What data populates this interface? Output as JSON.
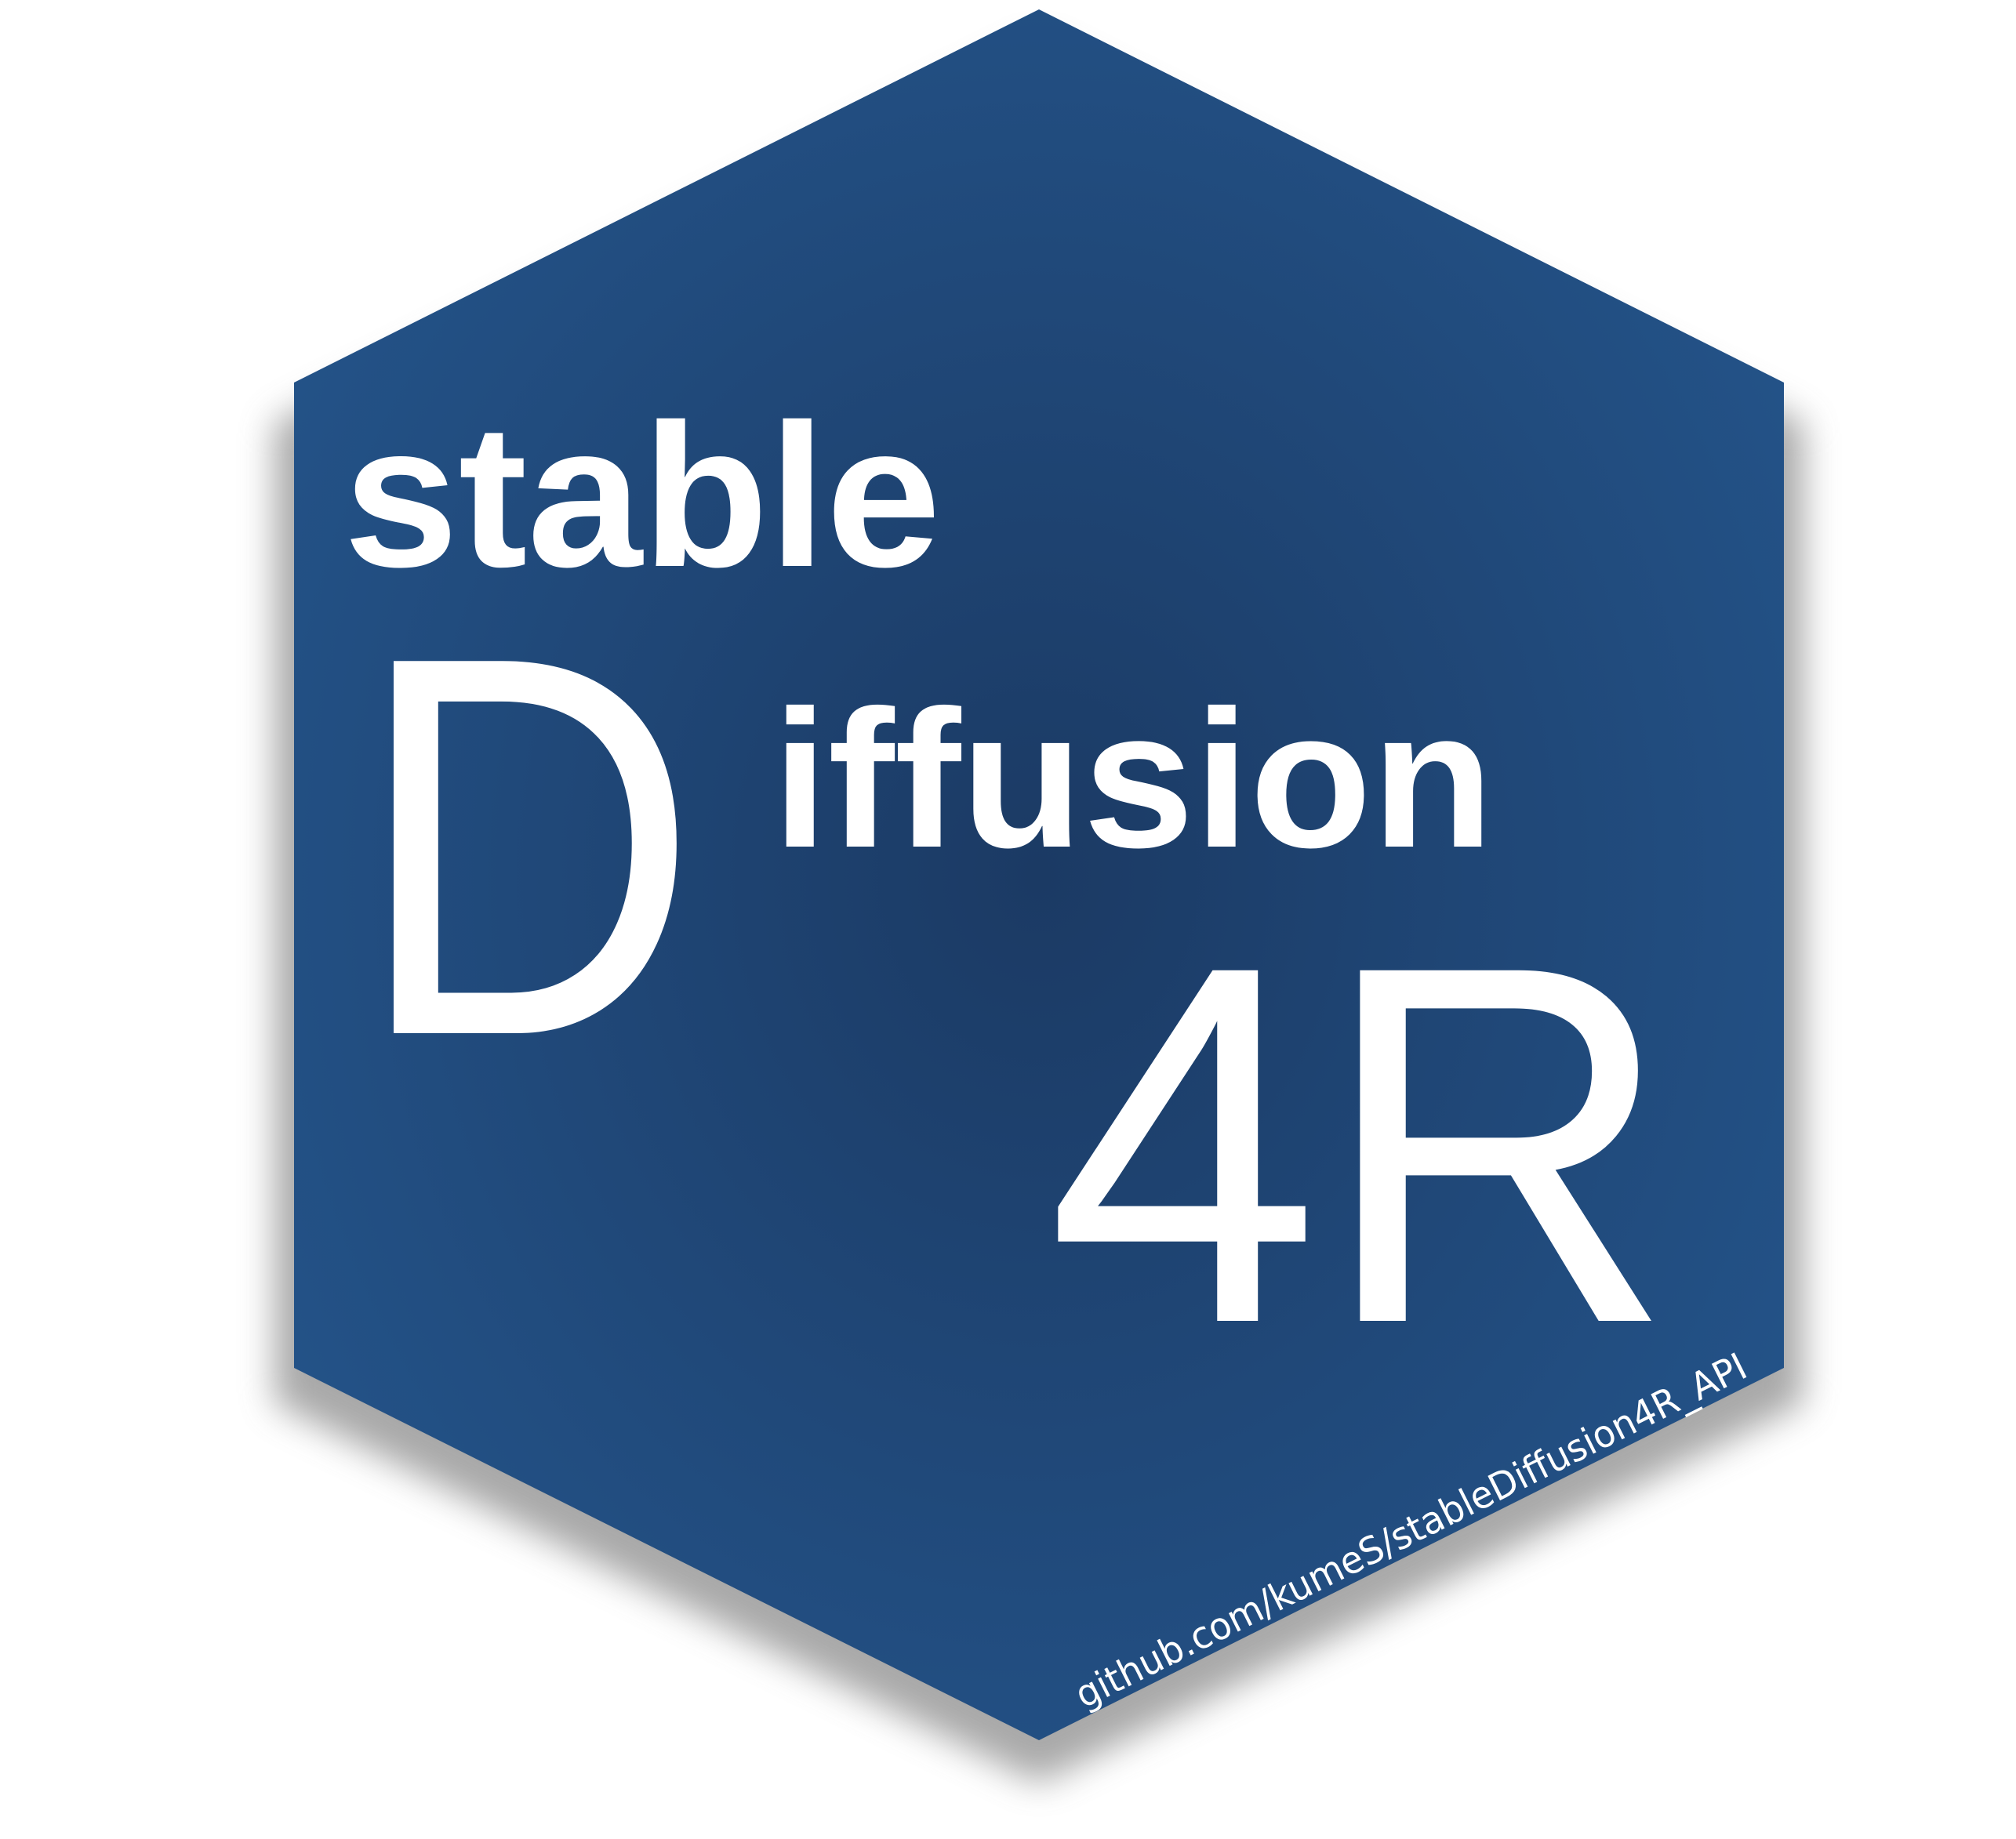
{
  "logo": {
    "word_stable": "stable",
    "letter_d": "D",
    "word_iffusion": "iffusion",
    "mark_4r": "4R",
    "repo_url": "github.com/kumeS/stableDiffusion4R_API"
  },
  "colors": {
    "hex_center": "#1b3a64",
    "hex_edge": "#24548a",
    "text": "#ffffff",
    "shadow": "#8c8c8c",
    "background": "#ffffff"
  }
}
